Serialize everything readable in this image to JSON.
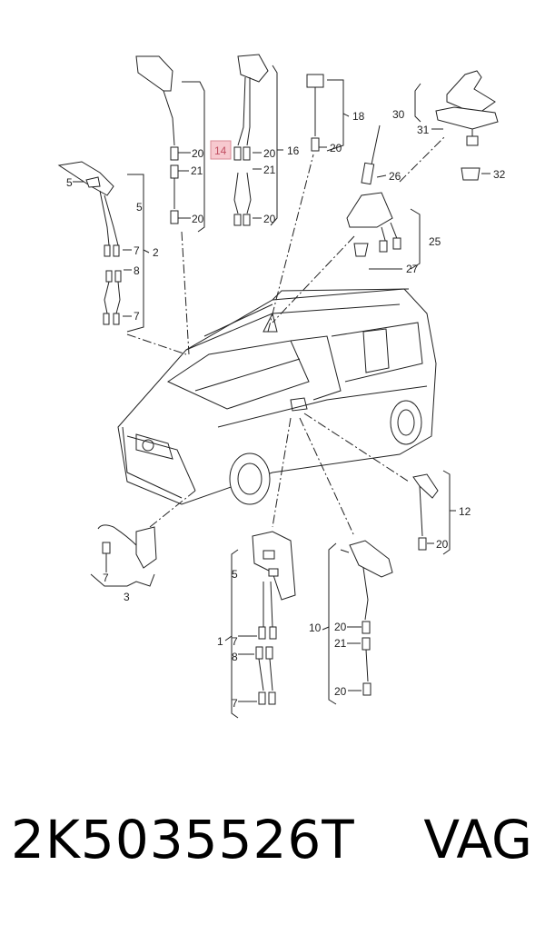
{
  "callouts": {
    "c30": "30",
    "c31": "31",
    "c32": "32",
    "c18": "18",
    "c20a": "20",
    "c26": "26",
    "c25": "25",
    "c27": "27",
    "c14": "14",
    "c20b": "20",
    "c21a": "21",
    "c20c": "20",
    "c16": "16",
    "c20d": "20",
    "c21b": "21",
    "c20e": "20",
    "c5a": "5",
    "c7a": "7",
    "c2": "2",
    "c8a": "8",
    "c7b": "7",
    "c12": "12",
    "c20f": "20",
    "c7c": "7",
    "c3": "3",
    "c5b": "5",
    "c1": "1",
    "c7d": "7",
    "c8b": "8",
    "c7e": "7",
    "c10": "10",
    "c20g": "20",
    "c21c": "21",
    "c20h": "20",
    "c5c": "5"
  },
  "highlight_color": "#f7c9cf",
  "footer": {
    "part_number": "2K5035526T",
    "brand": "VAG"
  }
}
